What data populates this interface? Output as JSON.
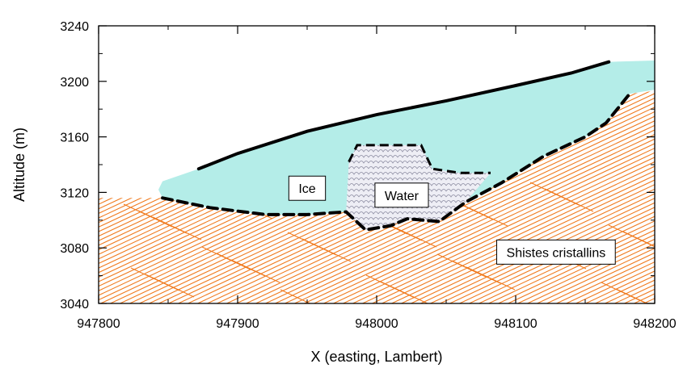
{
  "chart_data": {
    "type": "diagram",
    "xlabel": "X (easting, Lambert)",
    "ylabel": "Altitude (m)",
    "xlim": [
      947800,
      948200
    ],
    "ylim": [
      3040,
      3240
    ],
    "x_ticks": [
      "947800",
      "947900",
      "948000",
      "948100",
      "948200"
    ],
    "y_ticks": [
      "3040",
      "3080",
      "3120",
      "3160",
      "3200",
      "3240"
    ],
    "labels": {
      "ice": "Ice",
      "water": "Water",
      "rock": "Shistes cristallins"
    },
    "colors": {
      "ice": "#b4ede8",
      "rock": "#f07a1e",
      "outline": "#000000"
    },
    "glacier_surface": [
      [
        947872,
        3137
      ],
      [
        947900,
        3148
      ],
      [
        947950,
        3164
      ],
      [
        948000,
        3176
      ],
      [
        948050,
        3186
      ],
      [
        948100,
        3197
      ],
      [
        948140,
        3206
      ],
      [
        948167,
        3214
      ]
    ],
    "glacier_bed": [
      [
        947846,
        3116
      ],
      [
        947880,
        3109
      ],
      [
        947920,
        3104
      ],
      [
        947950,
        3104
      ],
      [
        947978,
        3106
      ],
      [
        947992,
        3093
      ],
      [
        948010,
        3096
      ],
      [
        948022,
        3101
      ],
      [
        948045,
        3099
      ],
      [
        948064,
        3113
      ],
      [
        948090,
        3127
      ],
      [
        948120,
        3146
      ],
      [
        948150,
        3160
      ],
      [
        948165,
        3170
      ],
      [
        948182,
        3191
      ]
    ],
    "ice_polygon": [
      [
        947846,
        3128
      ],
      [
        947872,
        3137
      ],
      [
        947900,
        3148
      ],
      [
        947950,
        3164
      ],
      [
        948000,
        3176
      ],
      [
        948050,
        3186
      ],
      [
        948100,
        3197
      ],
      [
        948140,
        3206
      ],
      [
        948167,
        3214
      ],
      [
        948200,
        3215
      ],
      [
        948200,
        3194
      ],
      [
        948182,
        3191
      ],
      [
        948165,
        3170
      ],
      [
        948150,
        3160
      ],
      [
        948120,
        3146
      ],
      [
        948090,
        3127
      ],
      [
        948064,
        3113
      ],
      [
        948045,
        3099
      ],
      [
        948022,
        3101
      ],
      [
        948010,
        3096
      ],
      [
        947992,
        3093
      ],
      [
        947978,
        3106
      ],
      [
        947950,
        3104
      ],
      [
        947920,
        3104
      ],
      [
        947880,
        3109
      ],
      [
        947846,
        3116
      ],
      [
        947843,
        3122
      ]
    ],
    "water_pocket": [
      [
        947980,
        3142
      ],
      [
        947986,
        3154
      ],
      [
        948032,
        3154
      ],
      [
        948040,
        3137
      ],
      [
        948060,
        3134
      ],
      [
        948082,
        3134
      ],
      [
        948064,
        3113
      ],
      [
        948045,
        3099
      ],
      [
        948022,
        3101
      ],
      [
        948010,
        3096
      ],
      [
        947992,
        3093
      ],
      [
        947978,
        3106
      ]
    ],
    "label_positions": {
      "ice": [
        947950,
        3123
      ],
      "water": [
        948018,
        3118
      ],
      "rock": [
        948129,
        3077
      ]
    }
  }
}
